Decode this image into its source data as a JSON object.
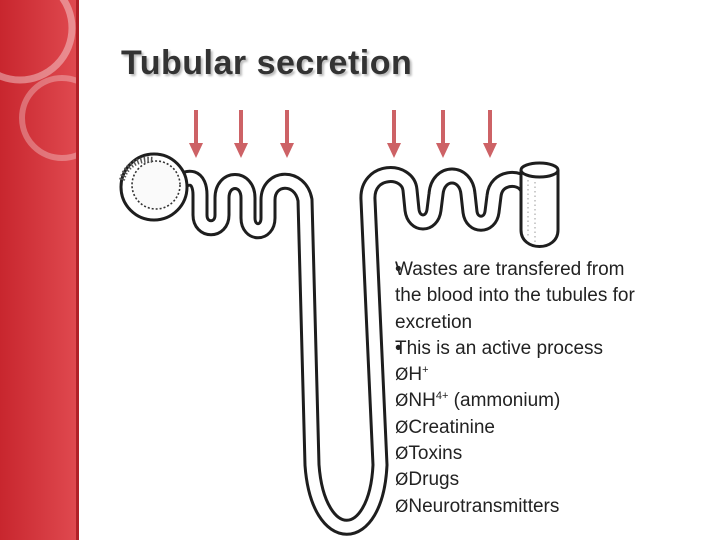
{
  "slide": {
    "title": "Tubular secretion",
    "bullets": [
      "Wastes are transfered from the blood into the tubules for excretion",
      "This is an active process"
    ],
    "bullet_marker": "•",
    "sub_marker": "Ø",
    "sub_items": [
      {
        "base": "H",
        "sup": "+",
        "rest": ""
      },
      {
        "base": "NH",
        "sup": "4+",
        "rest": " (ammonium)"
      },
      {
        "base": "Creatinine",
        "sup": "",
        "rest": ""
      },
      {
        "base": "Toxins",
        "sup": "",
        "rest": ""
      },
      {
        "base": "Drugs",
        "sup": "",
        "rest": ""
      },
      {
        "base": "Neurotransmitters",
        "sup": "",
        "rest": ""
      }
    ]
  },
  "colors": {
    "sidebar": "#d9363e",
    "arrow": "#cd6266",
    "title": "#333333",
    "body_text": "#222222"
  },
  "diagram": {
    "arrow_count": 6
  }
}
